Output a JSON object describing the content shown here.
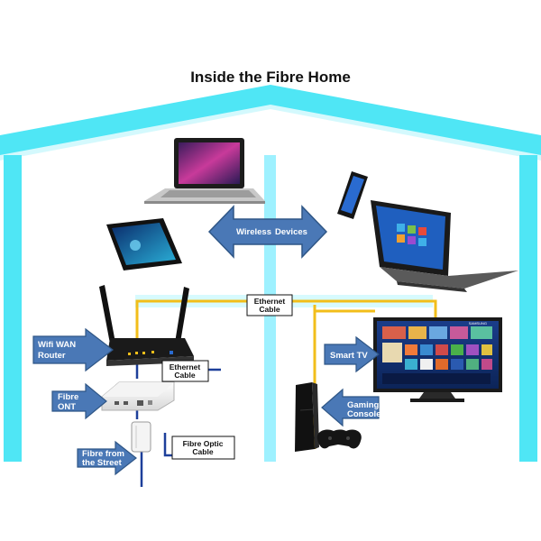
{
  "title": "Inside the Fibre Home",
  "labels": {
    "wireless": "Wireless",
    "devices": "Devices",
    "ethernet_top_1": "Ethernet",
    "ethernet_top_2": "Cable",
    "wifi_router_1": "Wifi WAN",
    "wifi_router_2": "Router",
    "ethernet_mid_1": "Ethernet",
    "ethernet_mid_2": "Cable",
    "fibre_ont_1": "Fibre",
    "fibre_ont_2": "ONT",
    "fibre_street_1": "Fibre from",
    "fibre_street_2": "the Street",
    "fibre_optic_1": "Fibre Optic",
    "fibre_optic_2": "Cable",
    "smart_tv": "Smart TV",
    "gaming_1": "Gaming",
    "gaming_2": "Console",
    "tv_brand": "SAMSUNG"
  },
  "colors": {
    "house_outline": "#4fe6f5",
    "house_glow": "#c9f8fd",
    "callout_blue": "#4a78b6",
    "callout_border": "#2f5686",
    "ethernet_cable": "#f2be1a",
    "fibre_cable": "#1d3f9a"
  },
  "icons": {
    "laptop_mac": "macbook-laptop-icon",
    "tablet": "tablet-icon",
    "phone": "smartphone-icon",
    "laptop_windows": "windows-laptop-icon",
    "router": "wifi-router-icon",
    "ont": "fibre-ont-icon",
    "wall_box": "fibre-wall-box-icon",
    "tv": "smart-tv-icon",
    "console": "game-console-icon",
    "controller": "gamepad-icon"
  }
}
